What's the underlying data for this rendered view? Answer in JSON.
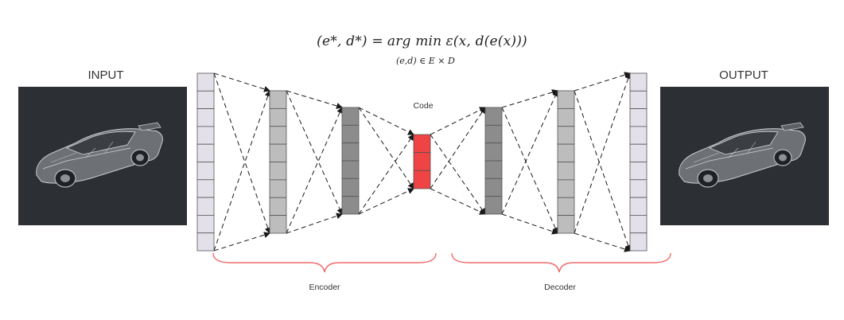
{
  "formula": {
    "lhs": "(e*, d*) =",
    "op": "arg min",
    "rhs": "ε(x, d(e(x)))",
    "subscript": "(e,d) ∈ E × D"
  },
  "labels": {
    "input": "INPUT",
    "output": "OUTPUT",
    "code": "Code",
    "encoder": "Encoder",
    "decoder": "Decoder"
  },
  "layers": [
    {
      "name": "input-layer",
      "units": 10,
      "color": "#e4e0ea"
    },
    {
      "name": "encoder-hidden-1",
      "units": 8,
      "color": "#bdbdbd"
    },
    {
      "name": "encoder-hidden-2",
      "units": 6,
      "color": "#8c8c8c"
    },
    {
      "name": "code-layer",
      "units": 3,
      "color": "#f04343"
    },
    {
      "name": "decoder-hidden-1",
      "units": 6,
      "color": "#8c8c8c"
    },
    {
      "name": "decoder-hidden-2",
      "units": 8,
      "color": "#bdbdbd"
    },
    {
      "name": "output-layer",
      "units": 10,
      "color": "#e4e0ea"
    }
  ],
  "colors": {
    "image_bg": "#2c2f33",
    "brace": "#f06b6b",
    "connector": "#1a1a1a"
  }
}
